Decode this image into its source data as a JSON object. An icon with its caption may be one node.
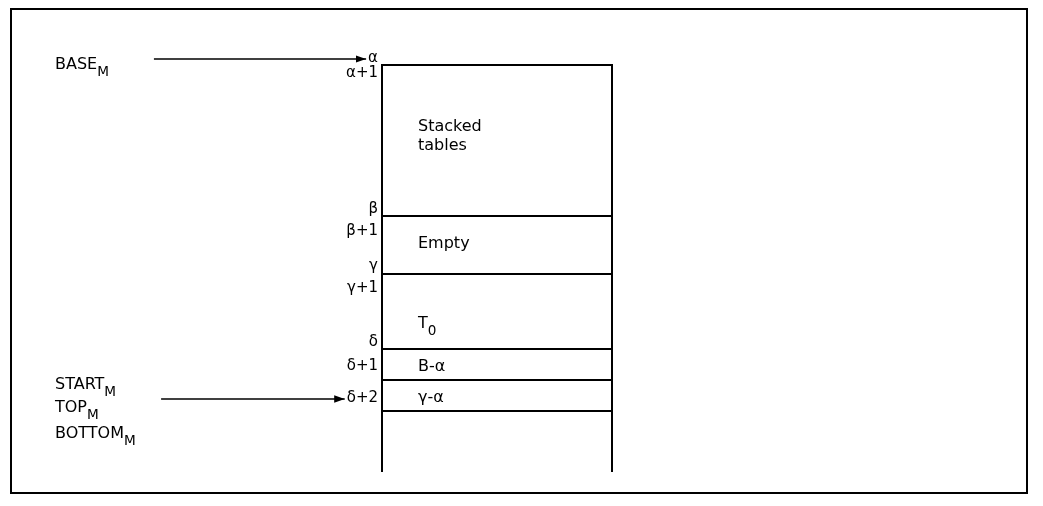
{
  "diagram": {
    "nodes": [
      {
        "text": [
          "BASE$_{M}$"
        ]
      },
      {
        "text": [
          "α"
        ]
      },
      {
        "text": [
          "START$_{M}$"
        ]
      },
      {
        "text": [
          "δ+2"
        ]
      },
      {
        "text": [
          "Stacked tables"
        ]
      },
      {
        "text": [
          "Empty"
        ]
      },
      {
        "text": [
          "T$_{0}$"
        ]
      },
      {
        "text": [
          "B-α"
        ]
      },
      {
        "text": [
          "γ-α"
        ]
      },
      {
        "text": [],
        "shape": "box"
      }
    ],
    "edges": [
      {
        "from": 0,
        "to": 1,
        "arrow": "to"
      },
      {
        "from": 2,
        "to": 3,
        "arrow": "to"
      }
    ],
    "labels": [
      "α+1",
      "β",
      "β+1",
      "γ",
      "γ+1",
      "δ",
      "δ+1",
      "TOP$_{M}$",
      "BOTTOM$_{M}$"
    ]
  }
}
